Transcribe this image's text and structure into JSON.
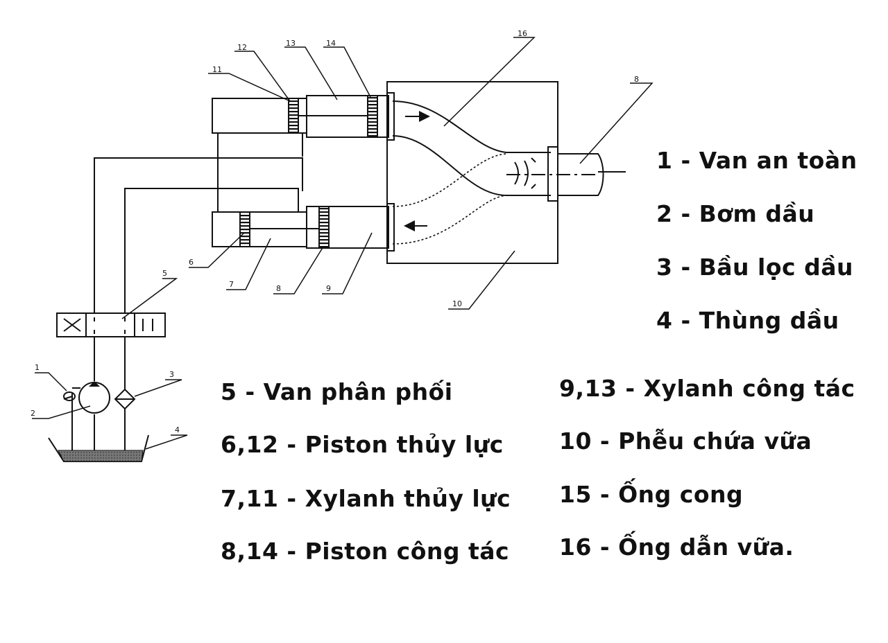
{
  "callouts": {
    "n1": "1",
    "n2": "2",
    "n3": "3",
    "n4": "4",
    "n5": "5",
    "n6": "6",
    "n7": "7",
    "n8": "8",
    "n9": "9",
    "n10": "10",
    "n11": "11",
    "n12": "12",
    "n13": "13",
    "n14": "14",
    "n15": "16",
    "n16": "8"
  },
  "legend": {
    "item1": "1 - Van an toàn",
    "item2": "2 - Bơm dầu",
    "item3": "3 - Bầu lọc dầu",
    "item4": "4 - Thùng dầu",
    "item5": "5 - Van phân phối",
    "item6": "6,12 - Piston thủy lực",
    "item7": "7,11 - Xylanh thủy lực",
    "item8": "8,14 - Piston công tác",
    "item9": "9,13 - Xylanh công tác",
    "item10": "10 - Phễu chứa vữa",
    "item11": "15 - Ống cong",
    "item12": "16 - Ống dẫn vữa."
  },
  "icons": [
    "arrow-right-icon",
    "arrow-left-icon",
    "swing-arrow-icon",
    "pump-symbol-icon",
    "filter-symbol-icon",
    "relief-valve-icon",
    "valve-cross-icon",
    "valve-parallel-icon"
  ]
}
